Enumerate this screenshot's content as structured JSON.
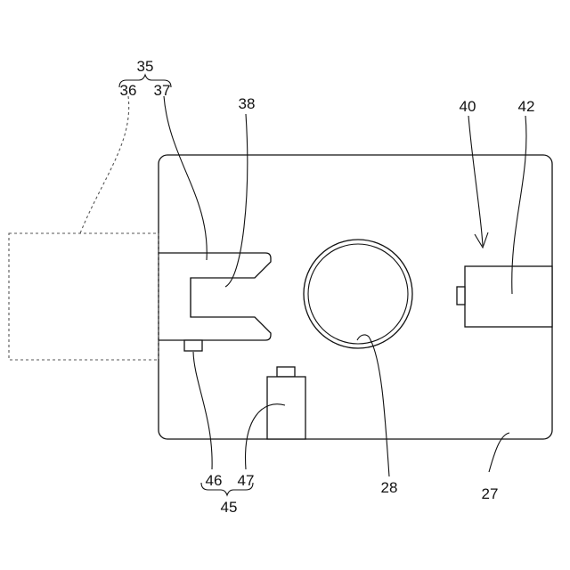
{
  "labels": {
    "l35": "35",
    "l36": "36",
    "l37": "37",
    "l38": "38",
    "l40": "40",
    "l42": "42",
    "l28": "28",
    "l27": "27",
    "l46": "46",
    "l47": "47",
    "l45": "45"
  }
}
